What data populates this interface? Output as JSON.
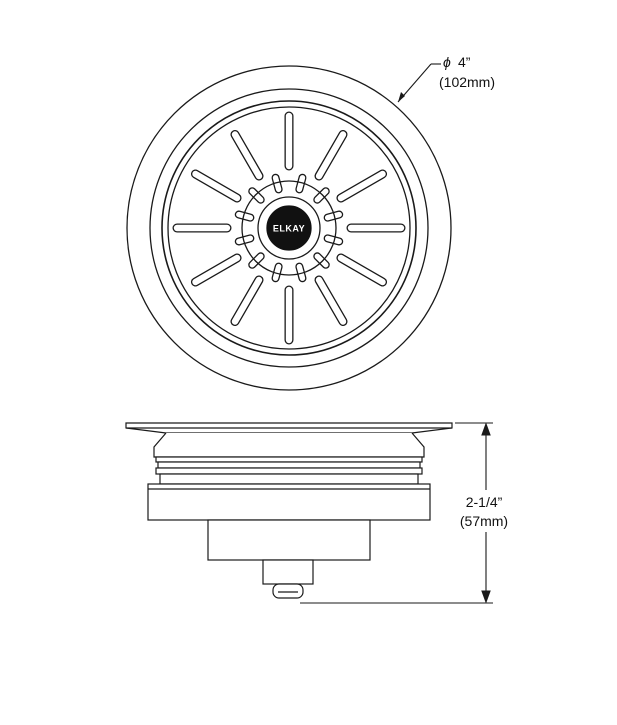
{
  "top_view": {
    "diameter_symbol": "ϕ",
    "diameter_value": "4”",
    "diameter_metric": "(102mm)",
    "logo_text": "ELKAY"
  },
  "side_view": {
    "height_value": "2-1/4”",
    "height_metric": "(57mm)"
  },
  "colors": {
    "stroke": "#1a1a1a",
    "background": "#ffffff"
  }
}
